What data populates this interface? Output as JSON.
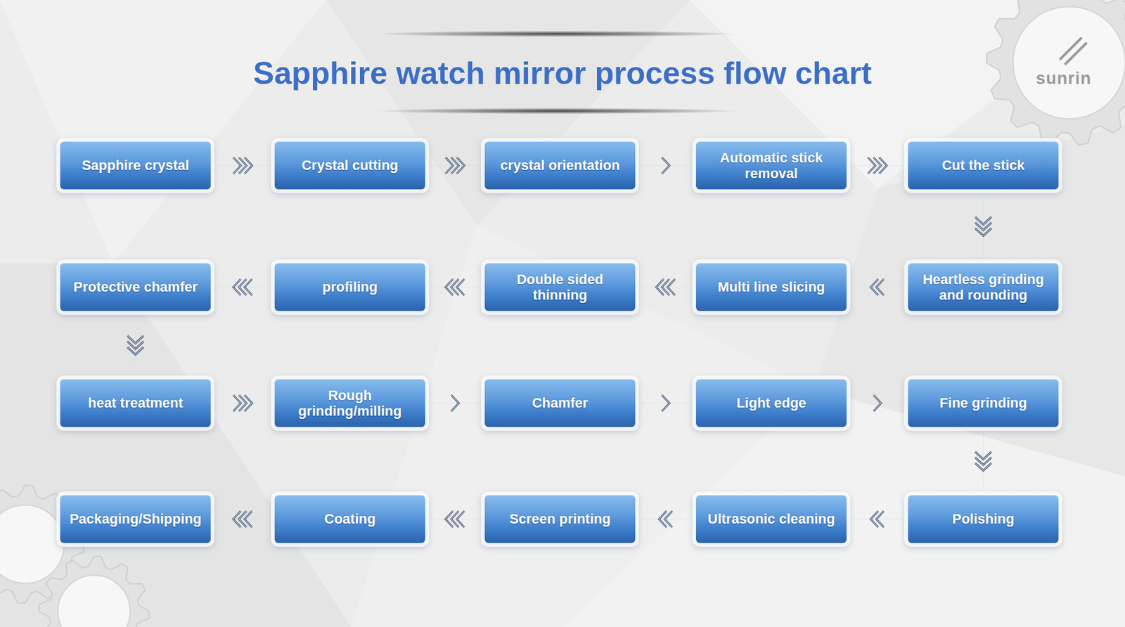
{
  "diagram": {
    "title": "Sapphire watch mirror process flow chart",
    "nodes": [
      {
        "text": [
          "Sapphire crystal"
        ]
      },
      {
        "text": [
          "Crystal cutting"
        ]
      },
      {
        "text": [
          "crystal orientation"
        ]
      },
      {
        "text": [
          "Automatic stick removal"
        ]
      },
      {
        "text": [
          "Cut the stick"
        ]
      },
      {
        "text": [
          "Protective chamfer"
        ]
      },
      {
        "text": [
          "profiling"
        ]
      },
      {
        "text": [
          "Double sided thinning"
        ]
      },
      {
        "text": [
          "Multi line slicing"
        ]
      },
      {
        "text": [
          "Heartless grinding and rounding"
        ]
      },
      {
        "text": [
          "heat treatment"
        ]
      },
      {
        "text": [
          "Rough grinding/milling"
        ]
      },
      {
        "text": [
          "Chamfer"
        ]
      },
      {
        "text": [
          "Light edge"
        ]
      },
      {
        "text": [
          "Fine grinding"
        ]
      },
      {
        "text": [
          "Packaging/Shipping"
        ]
      },
      {
        "text": [
          "Coating"
        ]
      },
      {
        "text": [
          "Screen printing"
        ]
      },
      {
        "text": [
          "Ultrasonic cleaning"
        ]
      },
      {
        "text": [
          "Polishing"
        ]
      }
    ],
    "edges": [
      {
        "from": 0,
        "to": 1,
        "arrow": "to"
      },
      {
        "from": 1,
        "to": 2,
        "arrow": "to"
      },
      {
        "from": 2,
        "to": 3,
        "arrow": "to"
      },
      {
        "from": 3,
        "to": 4,
        "arrow": "to"
      },
      {
        "from": 4,
        "to": 9,
        "arrow": "to"
      },
      {
        "from": 9,
        "to": 8,
        "arrow": "to"
      },
      {
        "from": 8,
        "to": 7,
        "arrow": "to"
      },
      {
        "from": 7,
        "to": 6,
        "arrow": "to"
      },
      {
        "from": 6,
        "to": 5,
        "arrow": "to"
      },
      {
        "from": 5,
        "to": 10,
        "arrow": "to"
      },
      {
        "from": 10,
        "to": 11,
        "arrow": "to"
      },
      {
        "from": 11,
        "to": 12,
        "arrow": "to"
      },
      {
        "from": 12,
        "to": 13,
        "arrow": "to"
      },
      {
        "from": 13,
        "to": 14,
        "arrow": "to"
      },
      {
        "from": 14,
        "to": 19,
        "arrow": "to"
      },
      {
        "from": 19,
        "to": 18,
        "arrow": "to"
      },
      {
        "from": 18,
        "to": 17,
        "arrow": "to"
      },
      {
        "from": 17,
        "to": 16,
        "arrow": "to"
      },
      {
        "from": 16,
        "to": 15,
        "arrow": "to"
      }
    ],
    "labels": [
      "sunrin"
    ]
  }
}
